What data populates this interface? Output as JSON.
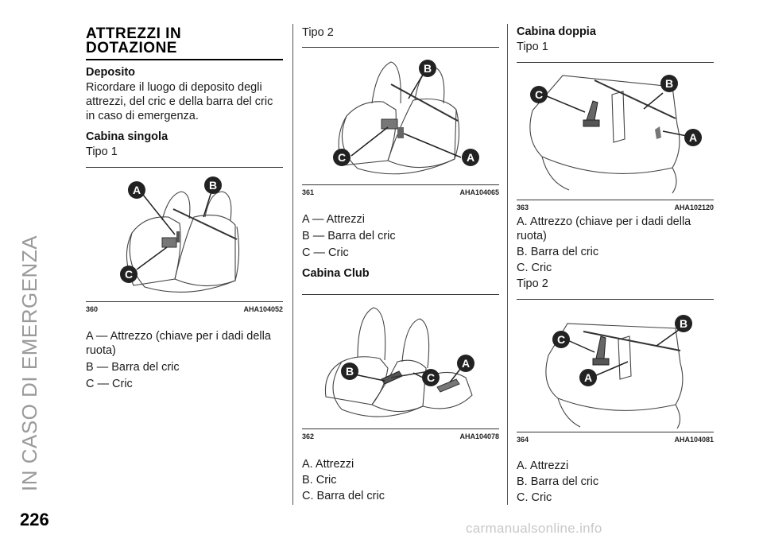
{
  "side_title": "IN CASO DI EMERGENZA",
  "page_number": "226",
  "watermark": "carmanualsonline.info",
  "section_title_line1": "ATTREZZI IN",
  "section_title_line2": "DOTAZIONE",
  "deposito": {
    "heading": "Deposito",
    "text": "Ricordare il luogo di deposito degli attrezzi, del cric e della barra del cric in caso di emergenza."
  },
  "cabina_singola": {
    "heading": "Cabina singola",
    "tipo": "Tipo 1",
    "figure": {
      "number": "360",
      "code": "AHA104052",
      "labels": [
        "A",
        "B",
        "C"
      ]
    },
    "legend": [
      "A — Attrezzo (chiave per i dadi della ruota)",
      "B — Barra del cric",
      "C — Cric"
    ]
  },
  "col2": {
    "tipo": "Tipo 2",
    "figure": {
      "number": "361",
      "code": "AHA104065",
      "labels": [
        "B",
        "C",
        "A"
      ]
    },
    "legend": [
      "A — Attrezzi",
      "B — Barra del cric",
      "C — Cric"
    ]
  },
  "cabina_club": {
    "heading": "Cabina Club",
    "figure": {
      "number": "362",
      "code": "AHA104078",
      "labels": [
        "B",
        "C",
        "A"
      ]
    },
    "legend": [
      "A. Attrezzi",
      "B. Cric",
      "C. Barra del cric"
    ]
  },
  "cabina_doppia": {
    "heading": "Cabina doppia",
    "tipo1": "Tipo 1",
    "figure1": {
      "number": "363",
      "code": "AHA102120",
      "labels": [
        "C",
        "B",
        "A"
      ]
    },
    "legend1": [
      "A. Attrezzo (chiave per i dadi della ruota)",
      "B. Barra del cric",
      "C. Cric"
    ],
    "tipo2": "Tipo 2",
    "figure2": {
      "number": "364",
      "code": "AHA104081",
      "labels": [
        "C",
        "B",
        "A"
      ]
    },
    "legend2": [
      "A. Attrezzi",
      "B. Barra del cric",
      "C. Cric"
    ]
  }
}
